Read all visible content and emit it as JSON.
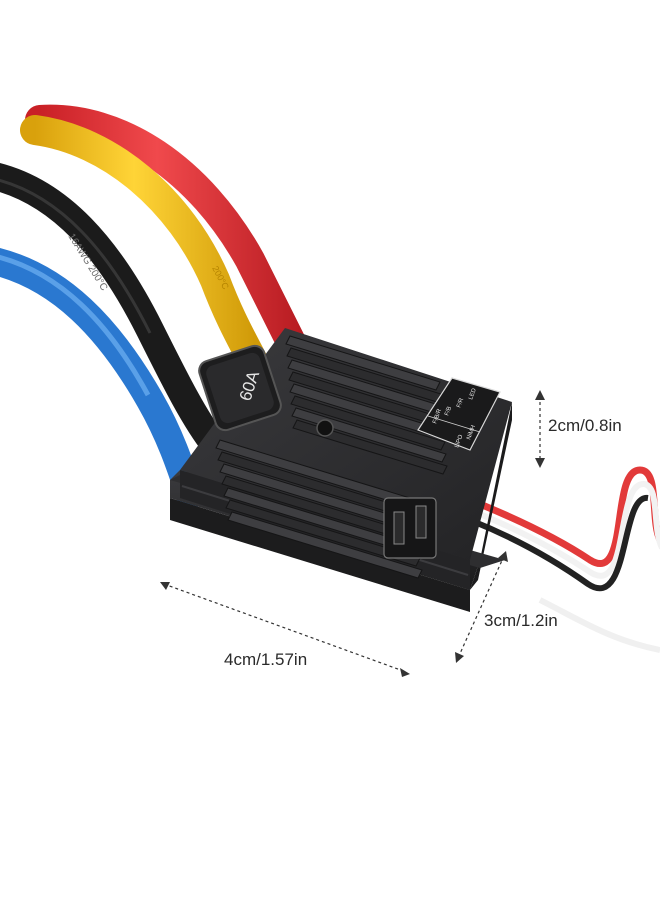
{
  "product": {
    "rating_label": "60A",
    "wire_print_black": "16AWG 200°C",
    "wire_print_yellow": "200°C",
    "led_panel": {
      "row1": [
        "F/B/R",
        "F/B",
        "F/R",
        "LED"
      ],
      "row2": [
        "LiPO",
        "NiMH"
      ]
    }
  },
  "dimensions": {
    "height": "2cm/0.8in",
    "depth": "3cm/1.2in",
    "width": "4cm/1.57in"
  },
  "colors": {
    "background": "#ffffff",
    "housing": "#2b2b2d",
    "wire_red": "#e8363a",
    "wire_yellow": "#f4c21a",
    "wire_black": "#1e1e1e",
    "wire_blue": "#2e7fd6"
  }
}
